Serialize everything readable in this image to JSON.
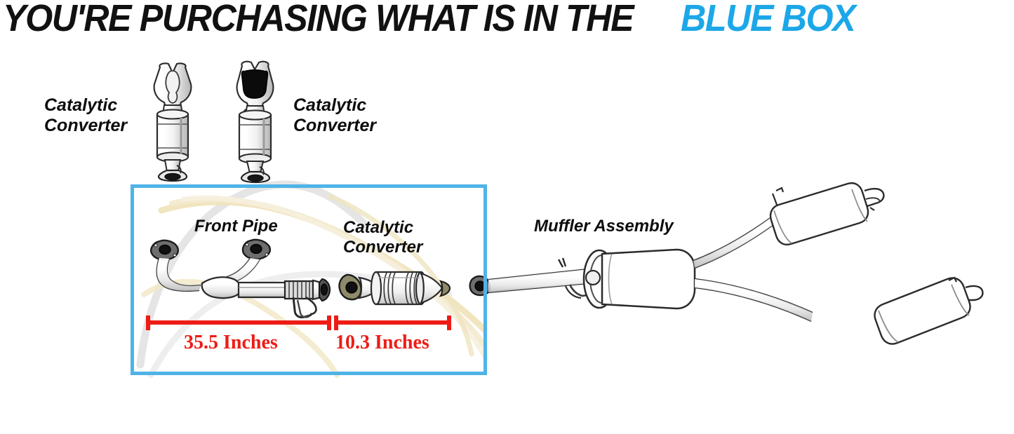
{
  "banner": {
    "main_text": "YOU'RE PURCHASING WHAT IS IN THE ",
    "accent_text": "BLUE BOX",
    "accent_color": "#1CA7E8",
    "main_color": "#111111"
  },
  "highlight_box": {
    "border_color": "#4FB3E8",
    "meaning": "blue box marks the parts included in the purchase"
  },
  "labels": {
    "catalytic_converter_left": "Catalytic\nConverter",
    "catalytic_converter_right": "Catalytic\nConverter",
    "front_pipe": "Front Pipe",
    "catalytic_converter_boxed": "Catalytic\nConverter",
    "muffler_assembly": "Muffler Assembly"
  },
  "dimensions": {
    "front_pipe_length": "35.5 Inches",
    "catalytic_converter_length": "10.3 Inches",
    "line_color": "#ED1C16"
  },
  "parts": {
    "catalytic_converter_vertical_1": "catalytic-converter-vertical-open",
    "catalytic_converter_vertical_2": "catalytic-converter-vertical-dark-inlet",
    "front_pipe": "y-shaped-front-pipe-with-dual-flanges",
    "catalytic_converter_inline": "inline-catalytic-converter-with-flange",
    "muffler_assembly": "center-muffler-with-dual-rear-mufflers"
  }
}
